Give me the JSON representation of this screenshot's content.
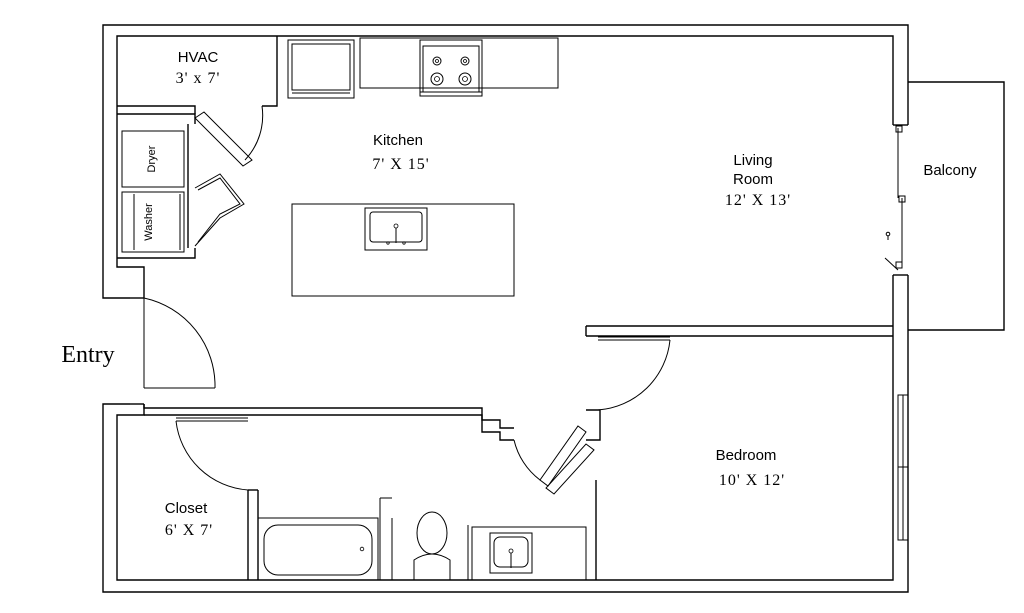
{
  "rooms": {
    "hvac": {
      "name": "HVAC",
      "size": "3' x 7'"
    },
    "kitchen": {
      "name": "Kitchen",
      "size": "7' X 15'"
    },
    "living": {
      "name_line1": "Living",
      "name_line2": "Room",
      "size": "12' X 13'"
    },
    "balcony": {
      "name": "Balcony"
    },
    "bedroom": {
      "name": "Bedroom",
      "size": "10' X 12'"
    },
    "closet": {
      "name": "Closet",
      "size": "6' X 7'"
    },
    "entry": {
      "name": "Entry"
    }
  },
  "appliances": {
    "dryer": "Dryer",
    "washer": "Washer"
  }
}
